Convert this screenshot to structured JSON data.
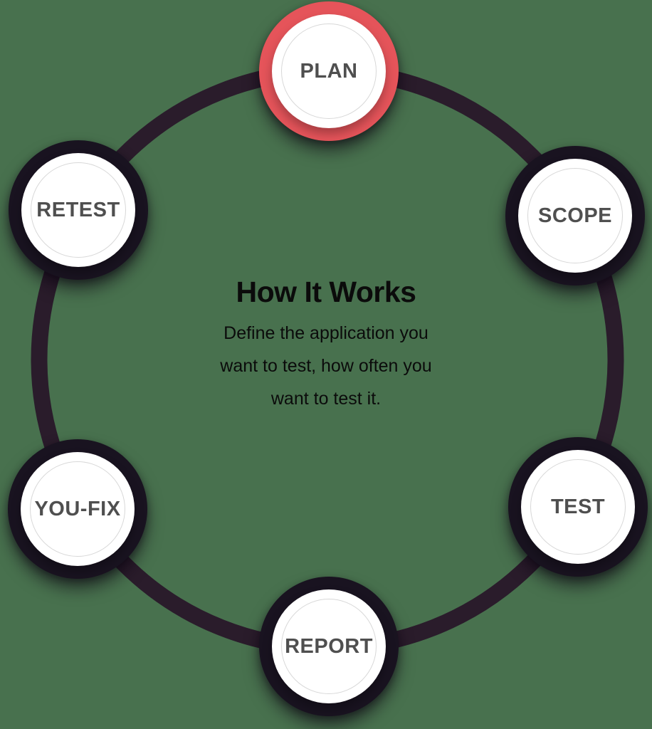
{
  "title": "How It Works",
  "description": "Define the application you\nwant to test, how often you\nwant to test it.",
  "nodes": [
    {
      "id": "plan",
      "label": "PLAN",
      "highlighted": true
    },
    {
      "id": "scope",
      "label": "SCOPE",
      "highlighted": false
    },
    {
      "id": "test",
      "label": "TEST",
      "highlighted": false
    },
    {
      "id": "report",
      "label": "REPORT",
      "highlighted": false
    },
    {
      "id": "you-fix",
      "label": "YOU-FIX",
      "highlighted": false
    },
    {
      "id": "retest",
      "label": "RETEST",
      "highlighted": false
    }
  ],
  "colors": {
    "background": "#48714E",
    "ring": "#2A1C2B",
    "node_ring_dark": "#191320",
    "node_ring_active": "#E5545A",
    "node_label": "#4F4F4F",
    "inner_circle_border": "#D8D8D8",
    "text": "#0B0B0B"
  }
}
